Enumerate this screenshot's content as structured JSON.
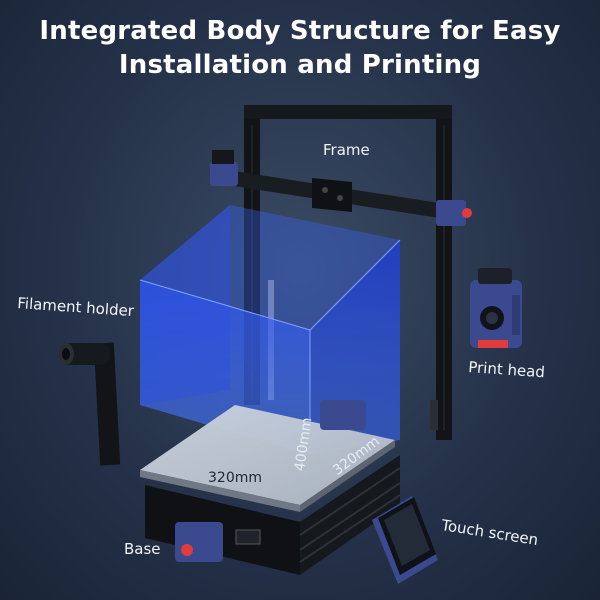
{
  "title": {
    "line1": "Integrated Body Structure for Easy",
    "line2": "Installation and Printing"
  },
  "labels": {
    "frame": "Frame",
    "filament_holder": "Filament holder",
    "print_head": "Print head",
    "touch_screen": "Touch screen",
    "base": "Base"
  },
  "dimensions": {
    "width": "320mm",
    "depth": "320mm",
    "height": "400mm"
  },
  "colors": {
    "build_volume": "#2f5bff",
    "frame": "#121417",
    "accent_red": "#e23b3b",
    "head_blue": "#3b4a8e"
  }
}
